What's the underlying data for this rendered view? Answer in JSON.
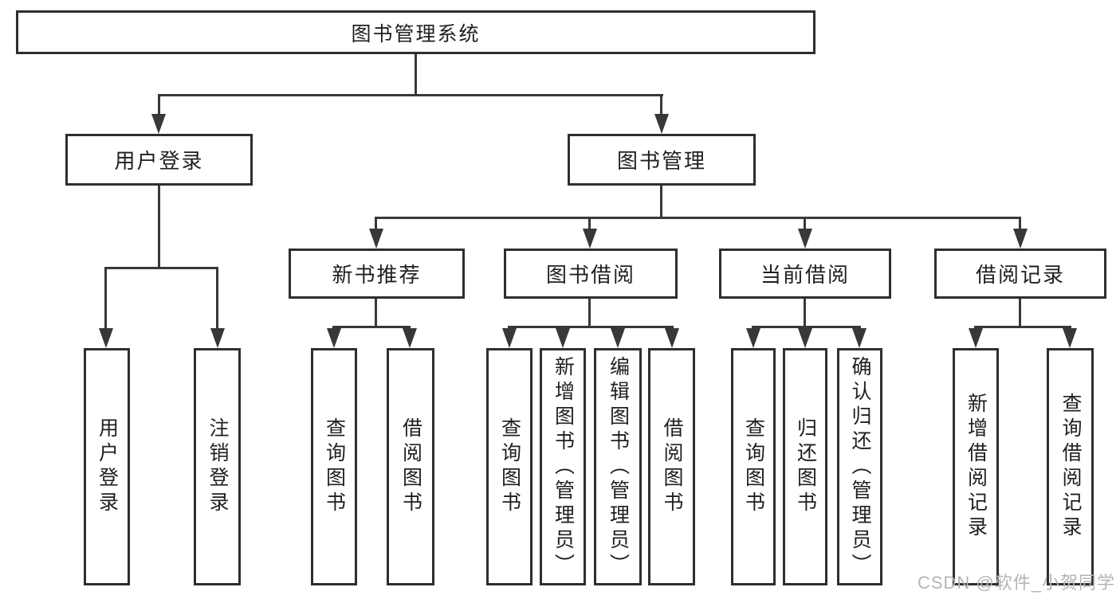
{
  "colors": {
    "line": "#383838",
    "border": "#2e2e2e",
    "text": "#1f1f1f",
    "watermark": "#b5b5b5",
    "bg": "#ffffff"
  },
  "nodes": {
    "root": "图书管理系统",
    "level1": {
      "user_login": "用户登录",
      "book_mgmt": "图书管理"
    },
    "level2": {
      "new_book_rec": "新书推荐",
      "book_borrow": "图书借阅",
      "current_borrow": "当前借阅",
      "borrow_records": "借阅记录"
    },
    "leaves": {
      "user_login_login": "用户登录",
      "user_login_logout": "注销登录",
      "nbr_query_books": "查询图书",
      "nbr_borrow_books": "借阅图书",
      "bb_query_books": "查询图书",
      "bb_add_books": "新增图书（管理员）",
      "bb_edit_books": "编辑图书（管理员）",
      "bb_borrow_books": "借阅图书",
      "cb_query_books": "查询图书",
      "cb_return_books": "归还图书",
      "cb_confirm_return": "确认归还（管理员）",
      "br_add_record": "新增借阅记录",
      "br_query_record": "查询借阅记录"
    }
  },
  "watermark": "CSDN @软件_小贺同学"
}
